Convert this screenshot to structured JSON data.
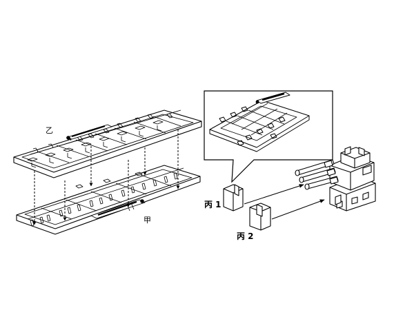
{
  "labels": {
    "sprue_upper": "乙",
    "sprue_lower": "甲",
    "part_1": "丙 1",
    "part_2": "丙 2"
  }
}
